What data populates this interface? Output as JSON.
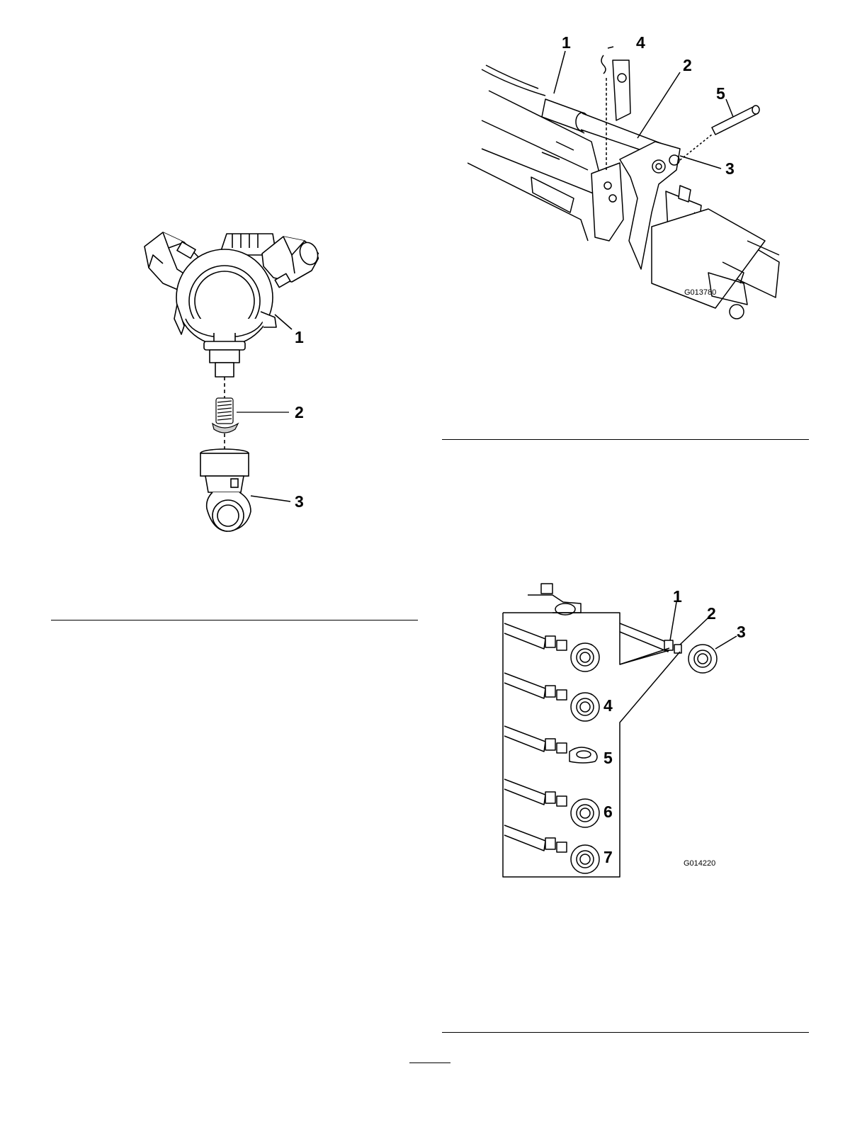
{
  "figure_nozzle": {
    "callouts": [
      "1",
      "2",
      "3"
    ]
  },
  "figure_boom": {
    "callouts": [
      "1",
      "2",
      "3",
      "4",
      "5"
    ],
    "code": "G013780"
  },
  "figure_rod_ends": {
    "callouts": [
      "1",
      "2",
      "3",
      "4",
      "5",
      "6",
      "7"
    ],
    "code": "G014220"
  }
}
